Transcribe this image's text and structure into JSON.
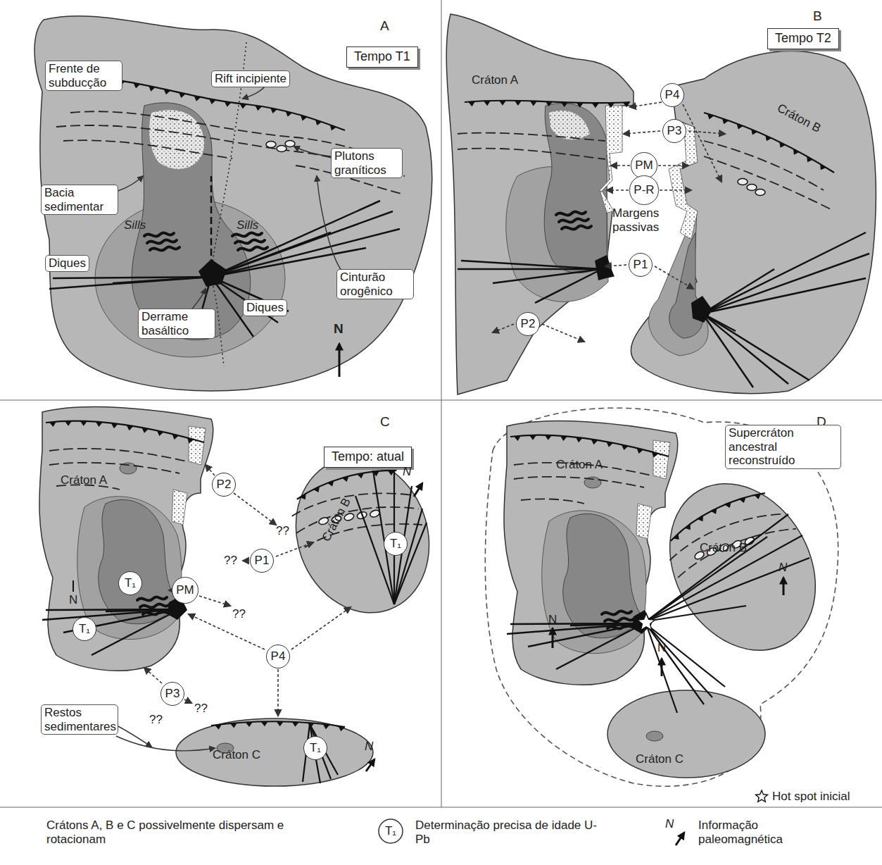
{
  "diagram": {
    "nodes": [
      {
        "text": [
          "Tempo T1"
        ]
      },
      {
        "text": [
          "Tempo T2"
        ]
      },
      {
        "text": [
          "P4"
        ]
      },
      {
        "text": [
          "P3"
        ]
      },
      {
        "text": [
          "PM"
        ]
      },
      {
        "text": [
          "P-R"
        ]
      },
      {
        "text": [
          "P1"
        ]
      },
      {
        "text": [
          "P2"
        ]
      },
      {
        "text": [
          "Tempo: atual"
        ]
      },
      {
        "text": [
          "P2"
        ]
      },
      {
        "text": [
          "P1"
        ]
      },
      {
        "text": [
          "T₁"
        ]
      },
      {
        "text": [
          "PM"
        ]
      },
      {
        "text": [
          "T₁"
        ]
      },
      {
        "text": [
          "T₁"
        ]
      },
      {
        "text": [
          "P4"
        ]
      },
      {
        "text": [
          "P3"
        ]
      },
      {
        "text": [
          "T₁"
        ]
      }
    ],
    "labels": [
      "A",
      "Frente de subducção",
      "Rift incipiente",
      "Plutons graníticos",
      "Bacia sedimentar",
      "Sills",
      "Sills",
      "Diques",
      "Cinturão orogênico",
      "Derrame basáltico",
      "Diques",
      "N",
      "B",
      "Cráton A",
      "Cráton B",
      "Margens passivas",
      "C",
      "Cráton A",
      "Cráton B",
      "N",
      "??",
      "??",
      "??",
      "??",
      "??",
      "N",
      "Restos sedimentares",
      "Cráton C",
      "N",
      "D",
      "Supercráton ancestral reconstruído",
      "Cráton A",
      "Cráton B",
      "Cráton C",
      "N",
      "N",
      "N",
      "Hot spot inicial",
      "Crátons A, B e C possivelmente dispersam e rotacionam",
      "T₁",
      "N"
    ],
    "legend": [
      {
        "text": "Determinação precisa de idade U-Pb"
      },
      {
        "text": "Informação paleomagnética"
      }
    ]
  }
}
